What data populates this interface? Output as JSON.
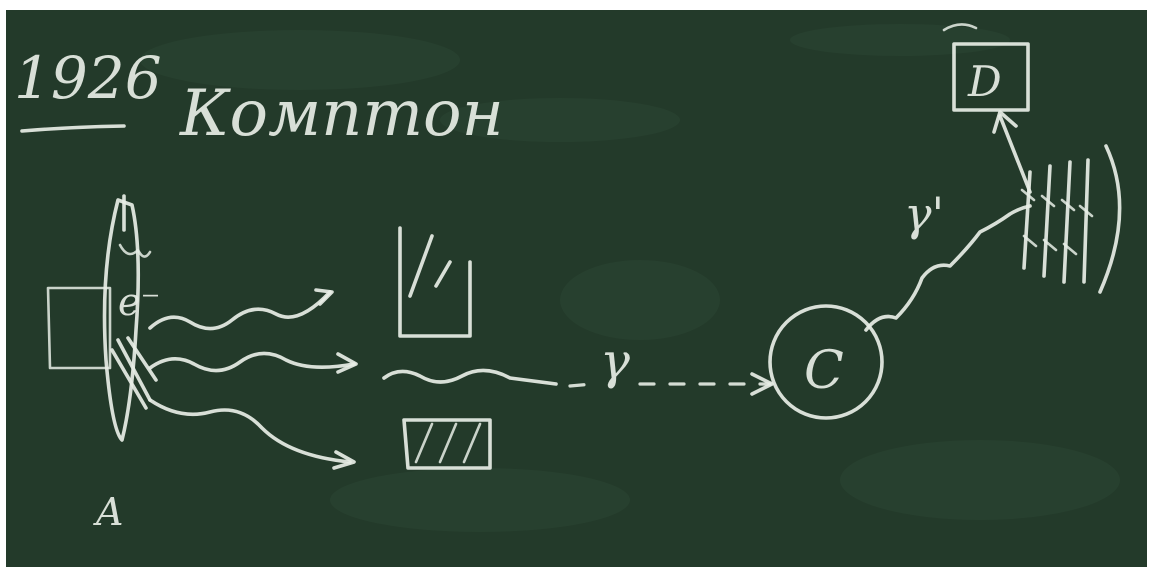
{
  "board": {
    "background_color": "#233a2a",
    "chalk_color": "#e8eee6",
    "frame_color": "#ffffff"
  },
  "labels": {
    "year": "1926",
    "title": "Комптон",
    "electron": "e⁻",
    "gamma_path": "γ",
    "gamma_detector": "γ'",
    "target": "C",
    "detector": "D",
    "source": "A"
  }
}
